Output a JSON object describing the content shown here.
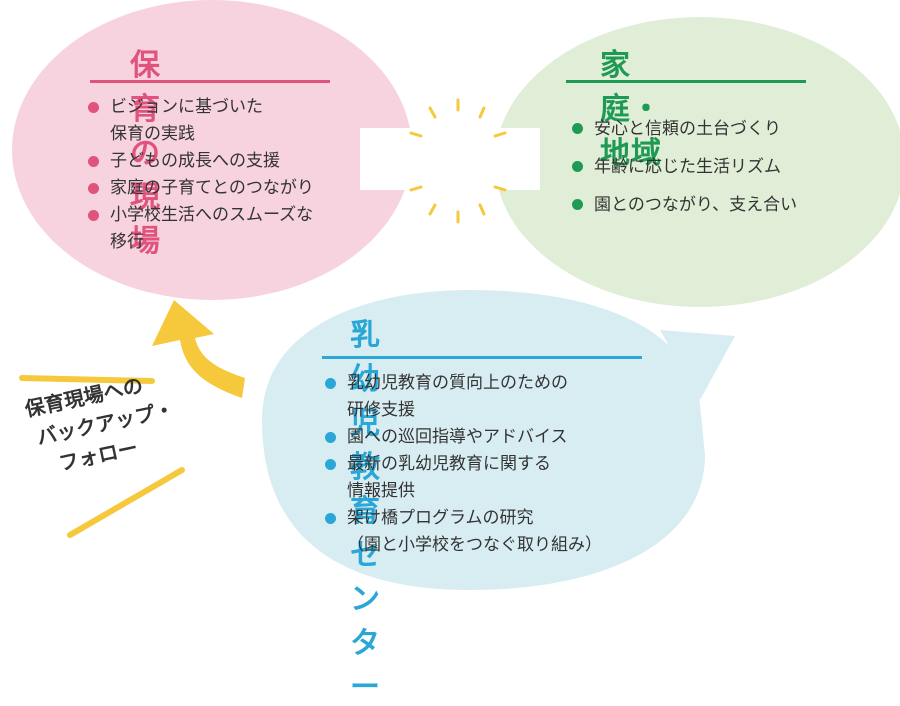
{
  "colors": {
    "pink_fill": "#f7d2df",
    "pink_accent": "#e0537d",
    "green_fill": "#e1eed7",
    "green_accent": "#1f9a55",
    "blue_fill": "#d8edf2",
    "blue_accent": "#2aa7d6",
    "arrow_yellow": "#f6c83b",
    "text": "#333333"
  },
  "childcare_site": {
    "title": "保育の現場",
    "items": [
      "ビジョンに基づいた\n保育の実践",
      "子どもの成長への支援",
      "家庭の子育てとのつながり",
      "小学校生活へのスムーズな\n移行"
    ]
  },
  "home_community": {
    "title": "家庭・地域",
    "items": [
      "安心と信頼の土台づくり",
      "年齢に応じた生活リズム",
      "園とのつながり、支え合い"
    ]
  },
  "center": {
    "title": "乳幼児教育センター",
    "items": [
      "乳幼児教育の質向上のための\n研修支援",
      "園への巡回指導やアドバイス",
      "最新の乳幼児教育に関する\n情報提供",
      "架け橋プログラムの研究\n（園と小学校をつなぐ取り組み）"
    ]
  },
  "arrow_label": {
    "line1": "保育現場への",
    "line2": "バックアップ・",
    "line3": "フォロー"
  }
}
